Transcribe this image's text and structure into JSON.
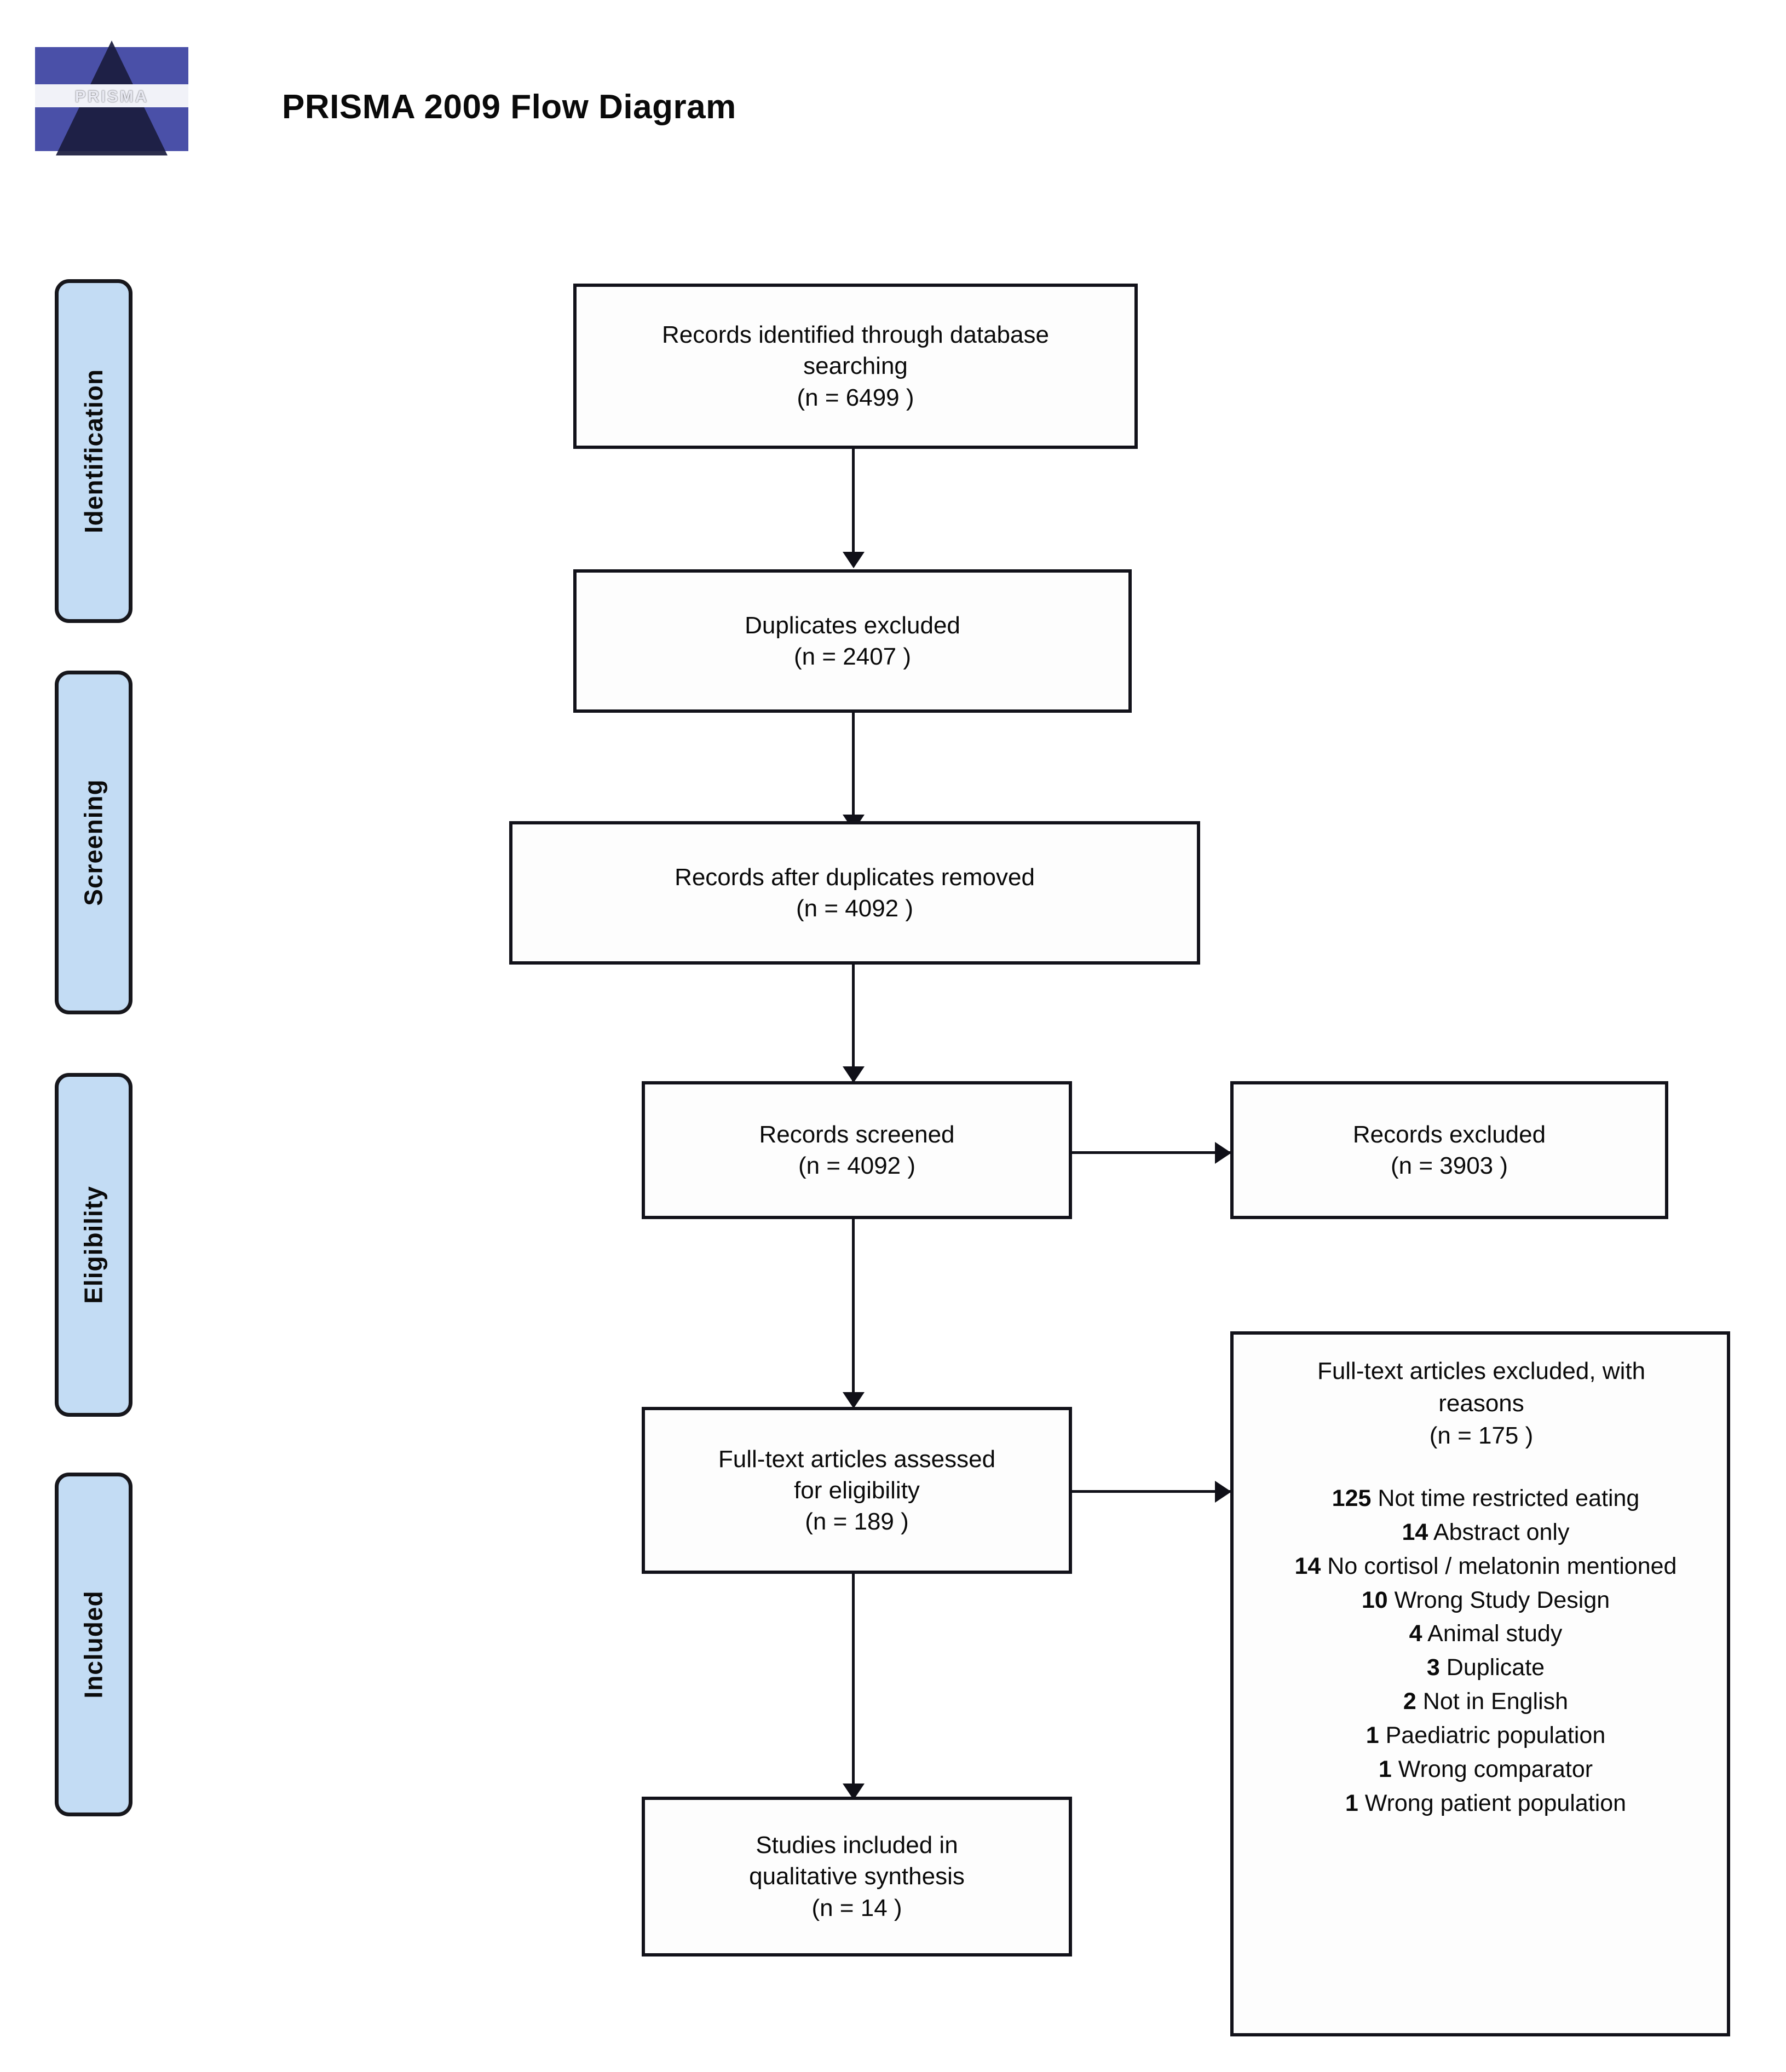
{
  "header": {
    "title": "PRISMA 2009 Flow Diagram",
    "logo_text": "PRISMA",
    "logo_name": "prisma-logo"
  },
  "stages": [
    {
      "label": "Identification"
    },
    {
      "label": "Screening"
    },
    {
      "label": "Eligibility"
    },
    {
      "label": "Included"
    }
  ],
  "chart_data": {
    "type": "diagram",
    "title": "PRISMA 2009 Flow Diagram",
    "nodes": [
      {
        "id": "identified",
        "stage": "Identification",
        "label": "Records identified through database searching",
        "n": 6499,
        "n_text": "(n =  6499 )"
      },
      {
        "id": "duplicates_excluded",
        "stage": "Identification",
        "label": "Duplicates excluded",
        "n": 2407,
        "n_text": "(n =  2407 )"
      },
      {
        "id": "after_duplicates",
        "stage": "Screening",
        "label": "Records after duplicates removed",
        "n": 4092,
        "n_text": "(n =  4092 )"
      },
      {
        "id": "screened",
        "stage": "Screening",
        "label": "Records screened",
        "n": 4092,
        "n_text": "(n = 4092  )"
      },
      {
        "id": "records_excluded",
        "stage": "Screening",
        "label": "Records excluded",
        "n": 3903,
        "n_text": "(n =  3903 )"
      },
      {
        "id": "fulltext_assessed",
        "stage": "Eligibility",
        "label": "Full-text articles assessed for eligibility",
        "n": 189,
        "n_text": "(n =  189 )"
      },
      {
        "id": "fulltext_excluded",
        "stage": "Eligibility",
        "label": "Full-text articles excluded, with reasons",
        "n": 175,
        "n_text": "(n = 175 )"
      },
      {
        "id": "included",
        "stage": "Included",
        "label": "Studies included in qualitative synthesis",
        "n": 14,
        "n_text": "(n =  14 )"
      }
    ],
    "edges": [
      {
        "from": "identified",
        "to": "duplicates_excluded"
      },
      {
        "from": "duplicates_excluded",
        "to": "after_duplicates"
      },
      {
        "from": "after_duplicates",
        "to": "screened"
      },
      {
        "from": "screened",
        "to": "records_excluded"
      },
      {
        "from": "screened",
        "to": "fulltext_assessed"
      },
      {
        "from": "fulltext_assessed",
        "to": "fulltext_excluded"
      },
      {
        "from": "fulltext_assessed",
        "to": "included"
      }
    ],
    "exclusion_reasons": [
      {
        "count": 125,
        "reason": "Not time restricted eating"
      },
      {
        "count": 14,
        "reason": "Abstract only"
      },
      {
        "count": 14,
        "reason": "No cortisol / melatonin mentioned"
      },
      {
        "count": 10,
        "reason": "Wrong Study Design"
      },
      {
        "count": 4,
        "reason": "Animal study"
      },
      {
        "count": 3,
        "reason": "Duplicate"
      },
      {
        "count": 2,
        "reason": "Not in English"
      },
      {
        "count": 1,
        "reason": "Paediatric population"
      },
      {
        "count": 1,
        "reason": "Wrong comparator"
      },
      {
        "count": 1,
        "reason": "Wrong patient population"
      }
    ]
  },
  "boxes": {
    "identified": {
      "line1": "Records identified through database",
      "line2": "searching",
      "line3": "(n =  6499 )"
    },
    "duplicates_excluded": {
      "line1": "Duplicates excluded",
      "line2": "(n =  2407 )"
    },
    "after_duplicates": {
      "line1": "Records after duplicates removed",
      "line2": "(n =  4092 )"
    },
    "screened": {
      "line1": "Records screened",
      "line2": "(n = 4092  )"
    },
    "records_excluded": {
      "line1": "Records excluded",
      "line2": "(n =  3903 )"
    },
    "fulltext_assessed": {
      "line1": "Full-text articles assessed",
      "line2": "for eligibility",
      "line3": "(n =  189 )"
    },
    "fulltext_excluded": {
      "line1": "Full-text articles excluded, with",
      "line2": "reasons",
      "line3": "(n = 175 )"
    },
    "included": {
      "line1": "Studies included in",
      "line2": "qualitative synthesis",
      "line3": "(n =  14 )"
    }
  },
  "colors": {
    "stage_pill_fill": "#c3dcf4",
    "stage_pill_border": "#17171c",
    "box_border": "#12121a",
    "connector": "#101018",
    "logo_blue": "#4a50a8",
    "logo_dark": "#1a1c3e"
  }
}
